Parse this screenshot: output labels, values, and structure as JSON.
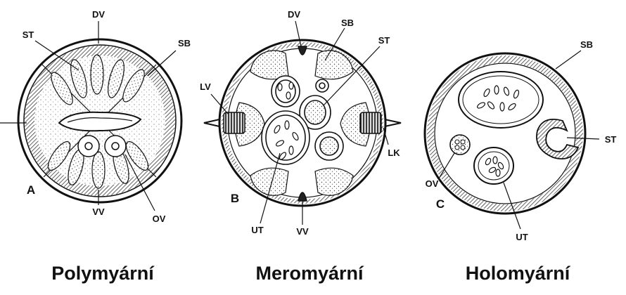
{
  "panels": {
    "a": {
      "letter": "A",
      "caption": "Polymyární",
      "labels": {
        "st": "ST",
        "dv": "DV",
        "sb": "SB",
        "vv": "VV",
        "ov": "OV"
      }
    },
    "b": {
      "letter": "B",
      "caption": "Meromyární",
      "labels": {
        "dv": "DV",
        "sb": "SB",
        "st": "ST",
        "lv": "LV",
        "lk": "LK",
        "ut": "UT",
        "vv": "VV"
      }
    },
    "c": {
      "letter": "C",
      "caption": "Holomyární",
      "labels": {
        "sb": "SB",
        "st": "ST",
        "ov": "OV",
        "ut": "UT"
      }
    }
  }
}
